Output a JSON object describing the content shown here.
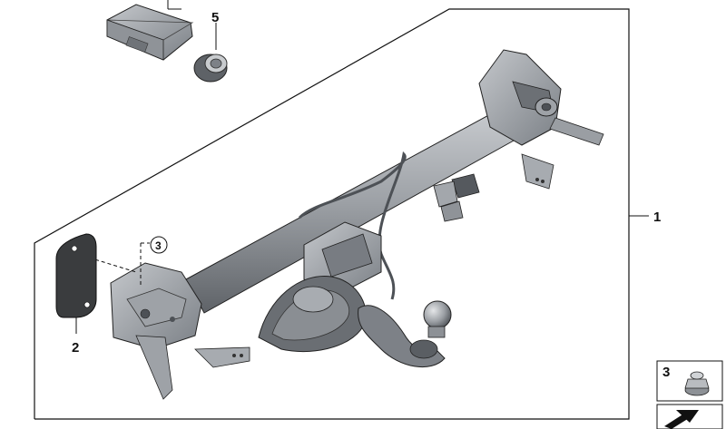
{
  "diagram": {
    "callouts": [
      {
        "id": "part-1",
        "label": "1"
      },
      {
        "id": "part-2",
        "label": "2"
      },
      {
        "id": "part-3",
        "label": "3"
      },
      {
        "id": "part-5",
        "label": "5"
      }
    ],
    "legend": {
      "item_label": "3"
    }
  },
  "colors": {
    "outline": "#111111",
    "metal_light": "#b9bcc0",
    "metal_mid": "#8d9196",
    "metal_dark": "#5c6166",
    "gasket": "#3a3c3e"
  }
}
